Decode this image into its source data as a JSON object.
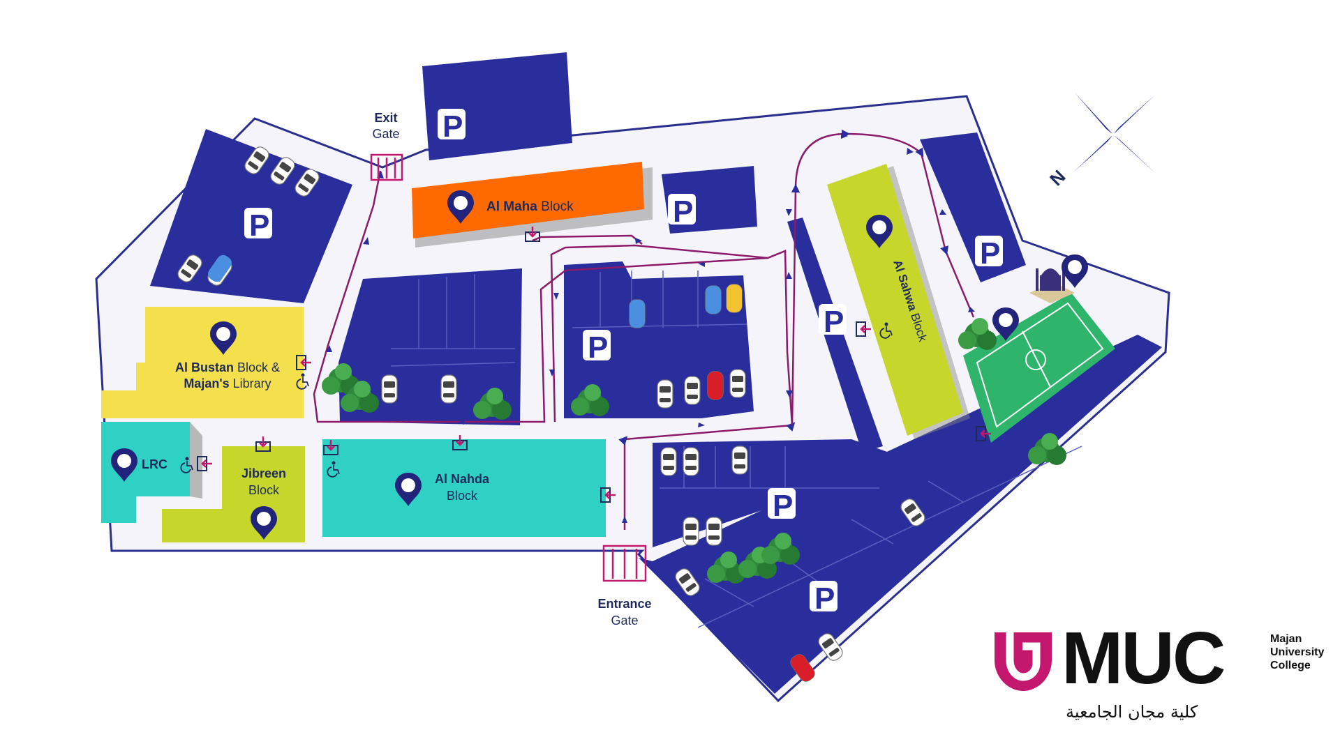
{
  "map": {
    "buildings": {
      "al_maha": {
        "name": "Al Maha",
        "suffix": "Block",
        "color": "#ff6a00"
      },
      "al_bustan": {
        "line1_bold": "Al Bustan",
        "line1_rest": "Block &",
        "line2_bold": "Majan's",
        "line2_rest": "Library",
        "color": "#f4e04d"
      },
      "lrc": {
        "name": "LRC",
        "color": "#2ed1c4"
      },
      "jibreen": {
        "name": "Jibreen",
        "suffix": "Block",
        "color": "#c6d62a"
      },
      "al_nahda": {
        "name": "Al Nahda",
        "suffix": "Block",
        "color": "#2ed1c4"
      },
      "al_sahwa": {
        "name": "Al Sahwa",
        "suffix": "Block",
        "color": "#c6d62a"
      }
    },
    "gates": {
      "exit": {
        "line1": "Exit",
        "line2": "Gate"
      },
      "entrance": {
        "line1": "Entrance",
        "line2": "Gate"
      }
    },
    "parking_symbol": "P",
    "compass_label": "N",
    "colors": {
      "parking": "#2a2e9c",
      "route": "#8b1a6b",
      "outline": "#2a2e8c",
      "field": "#2fb56b",
      "pin": "#22237a"
    }
  },
  "brand": {
    "logo": "MUC",
    "sub_line1": "Majan",
    "sub_line2": "University",
    "sub_line3": "College",
    "arabic": "كلية مجان الجامعية",
    "accent": "#c4186e"
  }
}
